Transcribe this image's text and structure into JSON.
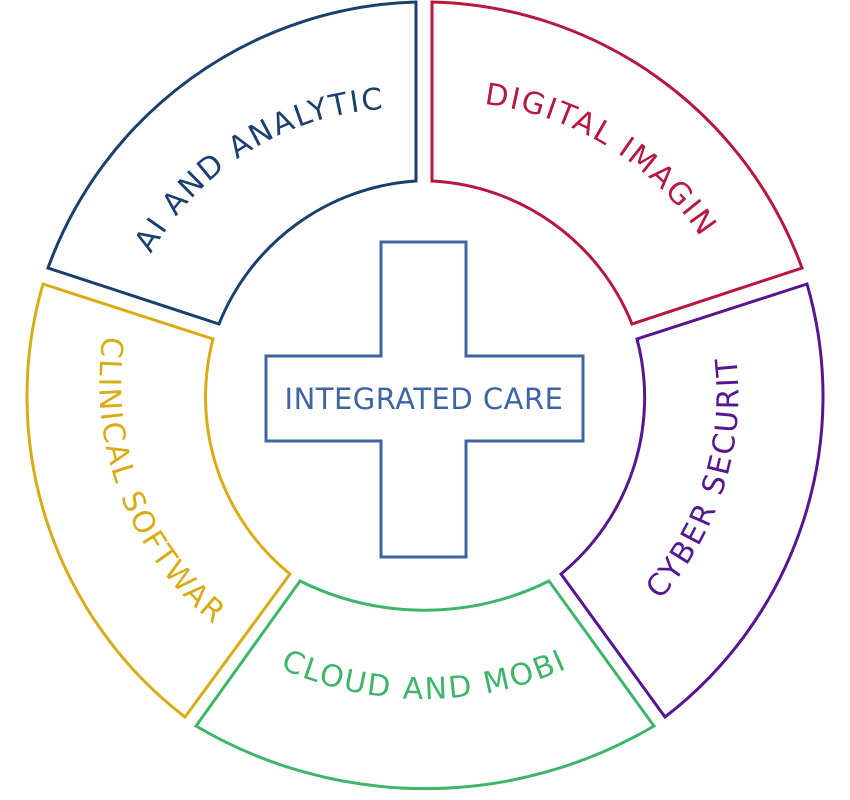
{
  "center": {
    "label": "INTEGRATED CARE",
    "color": "#3e64a3"
  },
  "segments": [
    {
      "id": "ai-and-analytics",
      "label": "AI AND ANALYTICS",
      "color": "#1b3f6e"
    },
    {
      "id": "digital-imaging",
      "label": "DIGITAL IMAGING",
      "color": "#b5193f"
    },
    {
      "id": "cyber-security",
      "label": "CYBER SECURITY",
      "color": "#55168f"
    },
    {
      "id": "cloud-and-mobile",
      "label": "CLOUD AND MOBILE",
      "color": "#3fb56a"
    },
    {
      "id": "clinical-software",
      "label": "CLINICAL SOFTWARE",
      "color": "#d8ac15"
    }
  ]
}
